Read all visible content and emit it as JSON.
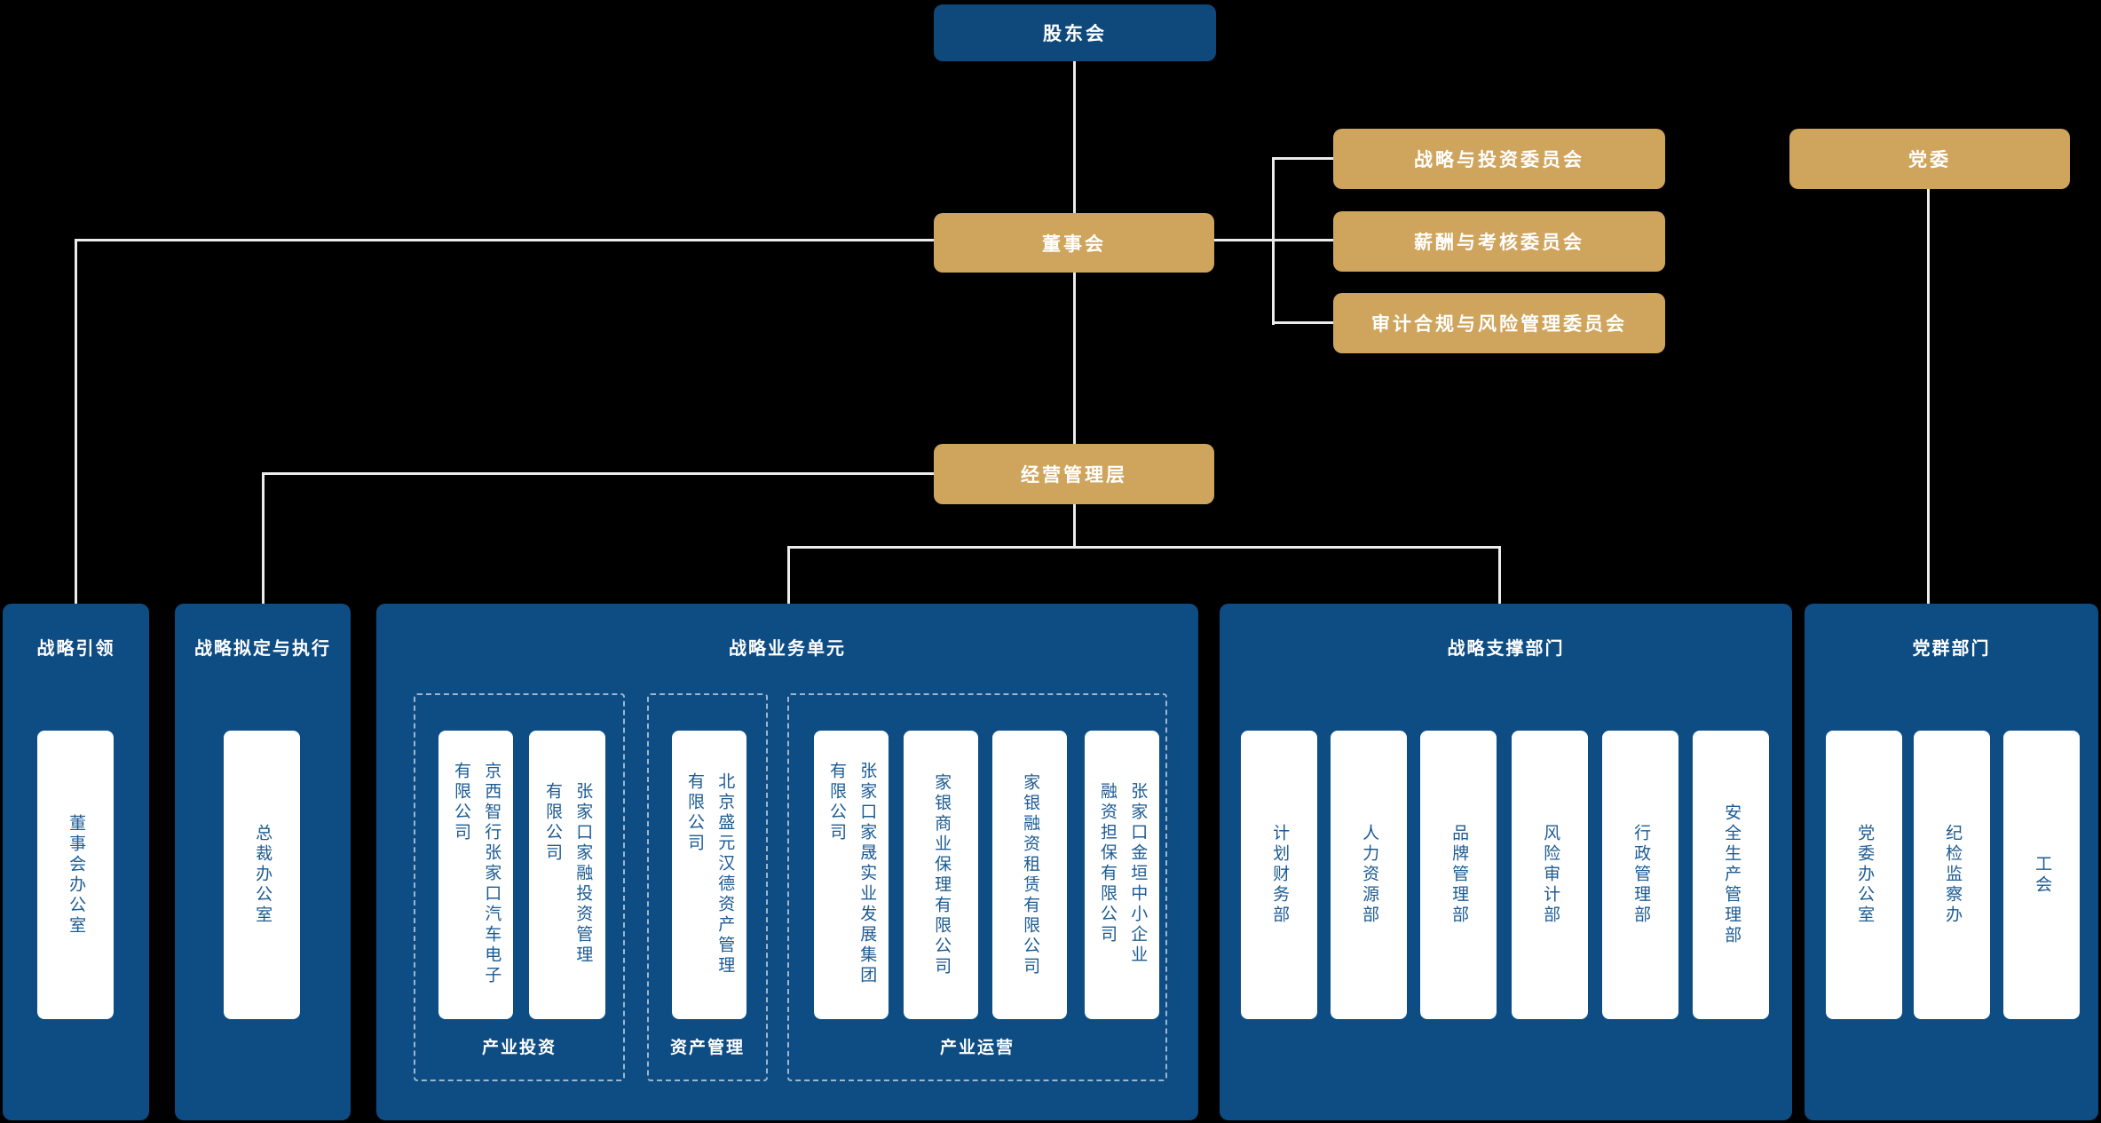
{
  "colors": {
    "background": "#000000",
    "navy_box": "#0f497c",
    "panel_blue": "#0e4c84",
    "gold": "#cfa45c",
    "card_text_blue": "#1c5b93",
    "line": "#ececec",
    "card_white": "#ffffff"
  },
  "nodes": {
    "shareholders": "股东会",
    "board": "董事会",
    "management": "经营管理层",
    "party_committee": "党委",
    "committees": [
      "战略与投资委员会",
      "薪酬与考核委员会",
      "审计合规与风险管理委员会"
    ]
  },
  "panels": [
    {
      "title": "战略引领",
      "cards": [
        "董事会办公室"
      ]
    },
    {
      "title": "战略拟定与执行",
      "cards": [
        "总裁办公室"
      ]
    },
    {
      "title": "战略业务单元",
      "groups": [
        {
          "label": "产业投资",
          "cards": [
            "京西智行张家口汽车电子有限公司",
            "张家口家融投资管理有限公司"
          ]
        },
        {
          "label": "资产管理",
          "cards": [
            "北京盛元汉德资产管理有限公司"
          ]
        },
        {
          "label": "产业运营",
          "cards": [
            "张家口家晟实业发展集团有限公司",
            "家银商业保理有限公司",
            "家银融资租赁有限公司",
            "张家口金垣中小企业融资担保有限公司"
          ]
        }
      ]
    },
    {
      "title": "战略支撑部门",
      "cards": [
        "计划财务部",
        "人力资源部",
        "品牌管理部",
        "风险审计部",
        "行政管理部",
        "安全生产管理部"
      ]
    },
    {
      "title": "党群部门",
      "cards": [
        "党委办公室",
        "纪检监察办",
        "工会"
      ]
    }
  ]
}
